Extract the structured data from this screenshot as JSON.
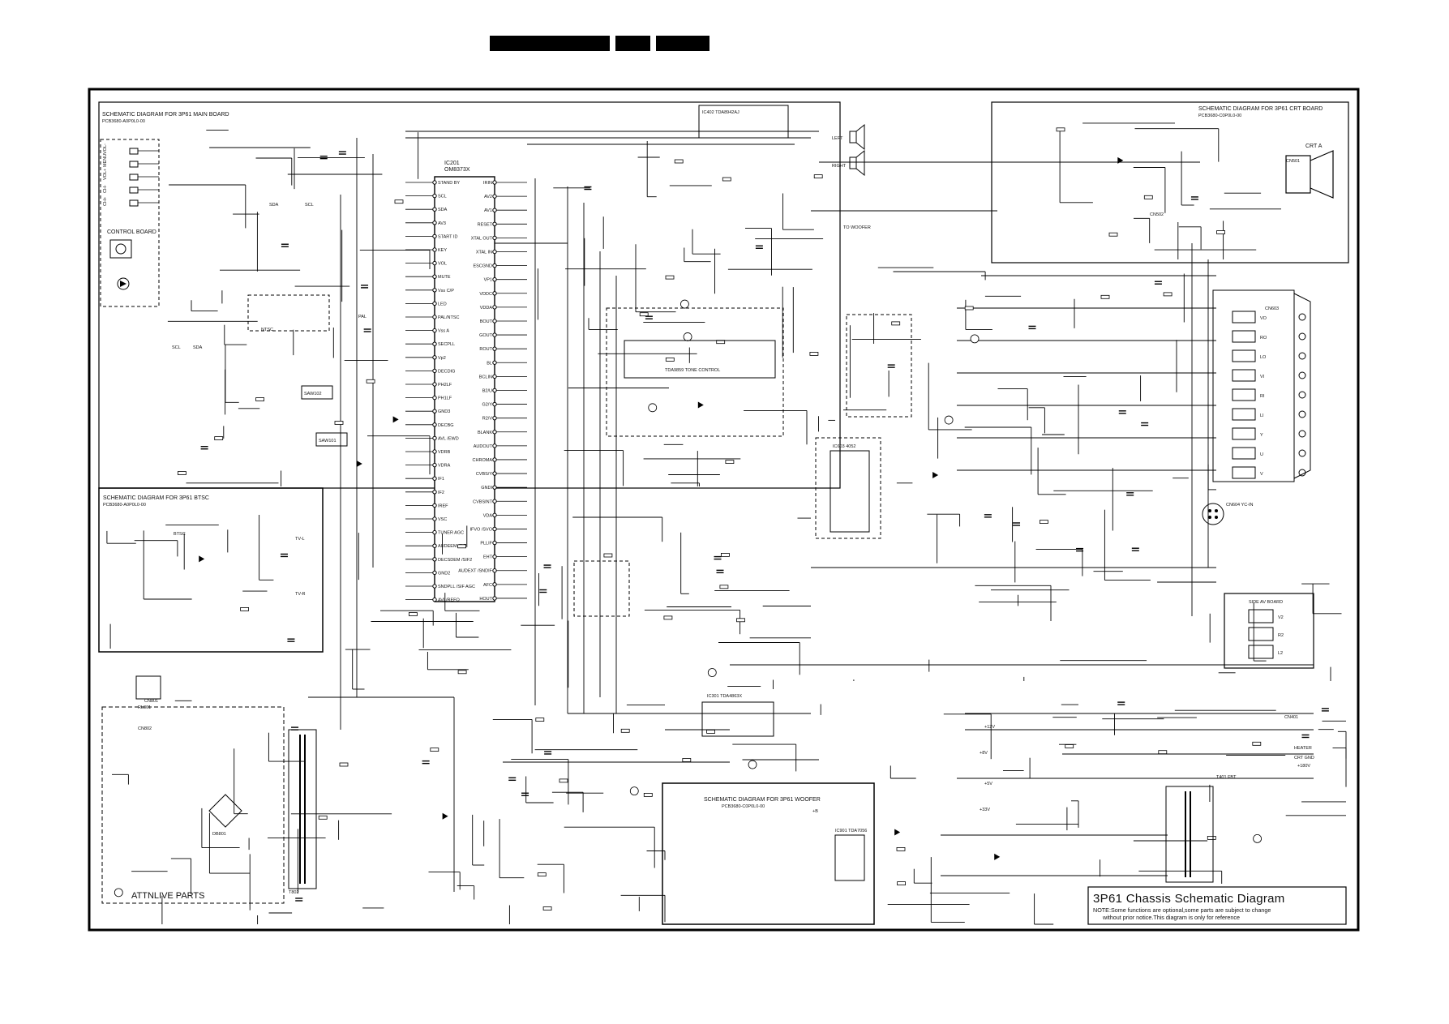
{
  "header_blocks": [
    "",
    "",
    ""
  ],
  "sections": {
    "main_board": {
      "title": "SCHEMATIC DIAGRAM FOR 3P61 MAIN BOARD",
      "pcb": "PCB3680-A0P0L0-00"
    },
    "crt_board": {
      "title": "SCHEMATIC DIAGRAM FOR 3P61 CRT BOARD",
      "pcb": "PCB3680-C0P0L0-00"
    },
    "btsc": {
      "title": "SCHEMATIC DIAGRAM FOR 3P61 BTSC",
      "pcb": "PCB3680-A0P0L0-00"
    },
    "woofer": {
      "title": "SCHEMATIC DIAGRAM FOR 3P61 WOOFER",
      "pcb": "PCB3680-C0P0L0-00"
    },
    "control_board": {
      "title": "CONTROL BOARD"
    },
    "attn_live": {
      "title": "ATTNLIVE PARTS"
    },
    "side_av": {
      "title": "SIDE AV BOARD"
    }
  },
  "control_keys": [
    "VOL-",
    "MENU",
    "VOL+",
    "CH-",
    "CH+"
  ],
  "main_ic": {
    "ref": "IC201",
    "part": "OM8373X",
    "pins_left": [
      "STAND BY",
      "SCL",
      "SDA",
      "AV3",
      "START ID",
      "KEY",
      "VOL",
      "MUTE",
      "Vss C/P",
      "LED",
      "PAL/NTSC",
      "Vss A",
      "SECPLL",
      "Vp2",
      "DECDIG",
      "PH2LF",
      "PH1LF",
      "GND3",
      "DECBG",
      "AVL /EWD",
      "VDRB",
      "VDRA",
      "IF1",
      "IF2",
      "IREF",
      "VSC",
      "TUNER AGC",
      "AUDEEM /SIF",
      "DECSDEM /SIF2",
      "GND2",
      "SNDPLL /SIF AGC",
      "AVL/REFO"
    ],
    "pins_right": [
      "IRIN",
      "AV2",
      "AV1",
      "RESET",
      "XTAL OUT",
      "XTAL IN",
      "ESCGND",
      "VP1",
      "VDDC",
      "VDDA",
      "BOUT",
      "GOUT",
      "ROUT",
      "BL",
      "BCLIN",
      "B2/U",
      "G2/Y",
      "R2/V",
      "BLANK",
      "AUDOUT",
      "CHROMA",
      "CVBS/Y",
      "GNDI",
      "CVBSINT",
      "VDA",
      "IFVO /SVO",
      "PLLIF",
      "EHT",
      "AUDEXT /SNDIF",
      "AFC",
      "HOUT"
    ]
  },
  "component_labels": {
    "sound_ic": "IC402 TDA8942AJ",
    "tone": "TDA9859 TONE CONTROL",
    "vert": "IC301 TDA4863X",
    "saw1": "SAW102",
    "saw2": "SAW101",
    "crt": "CRT A",
    "flyback": "T401 FBT",
    "transformer": "T802",
    "bridge": "DB801",
    "relay": "RL801",
    "woofer_ic": "IC901 TDA7056",
    "av_switch": "IC603 4052",
    "cn_av": "CN603",
    "yc": "CN604 YC-IN"
  },
  "bus_labels": [
    "SDA",
    "SCL",
    "SCL",
    "SDA",
    "TV-L",
    "TV-R",
    "BTSC",
    "NTSC",
    "PAL",
    "+B",
    "+12V",
    "+5V",
    "+8V",
    "+33V",
    "+180V",
    "HEATER",
    "CRT GND",
    "CN501",
    "CN502",
    "CN401",
    "CN801",
    "CN802"
  ],
  "av_jack_labels": [
    "VO",
    "RO",
    "LO",
    "VI",
    "RI",
    "LI",
    "Y",
    "U",
    "V"
  ],
  "side_av_labels": [
    "V2",
    "R2",
    "L2"
  ],
  "speaker_labels": [
    "LEFT",
    "RIGHT",
    "TO WOOFER"
  ],
  "footer": {
    "title": "3P61 Chassis Schematic Diagram",
    "note_line1": "NOTE:Some functions are optional,some parts are subject to change",
    "note_line2": "without prior notice.This diagram is only for reference"
  }
}
